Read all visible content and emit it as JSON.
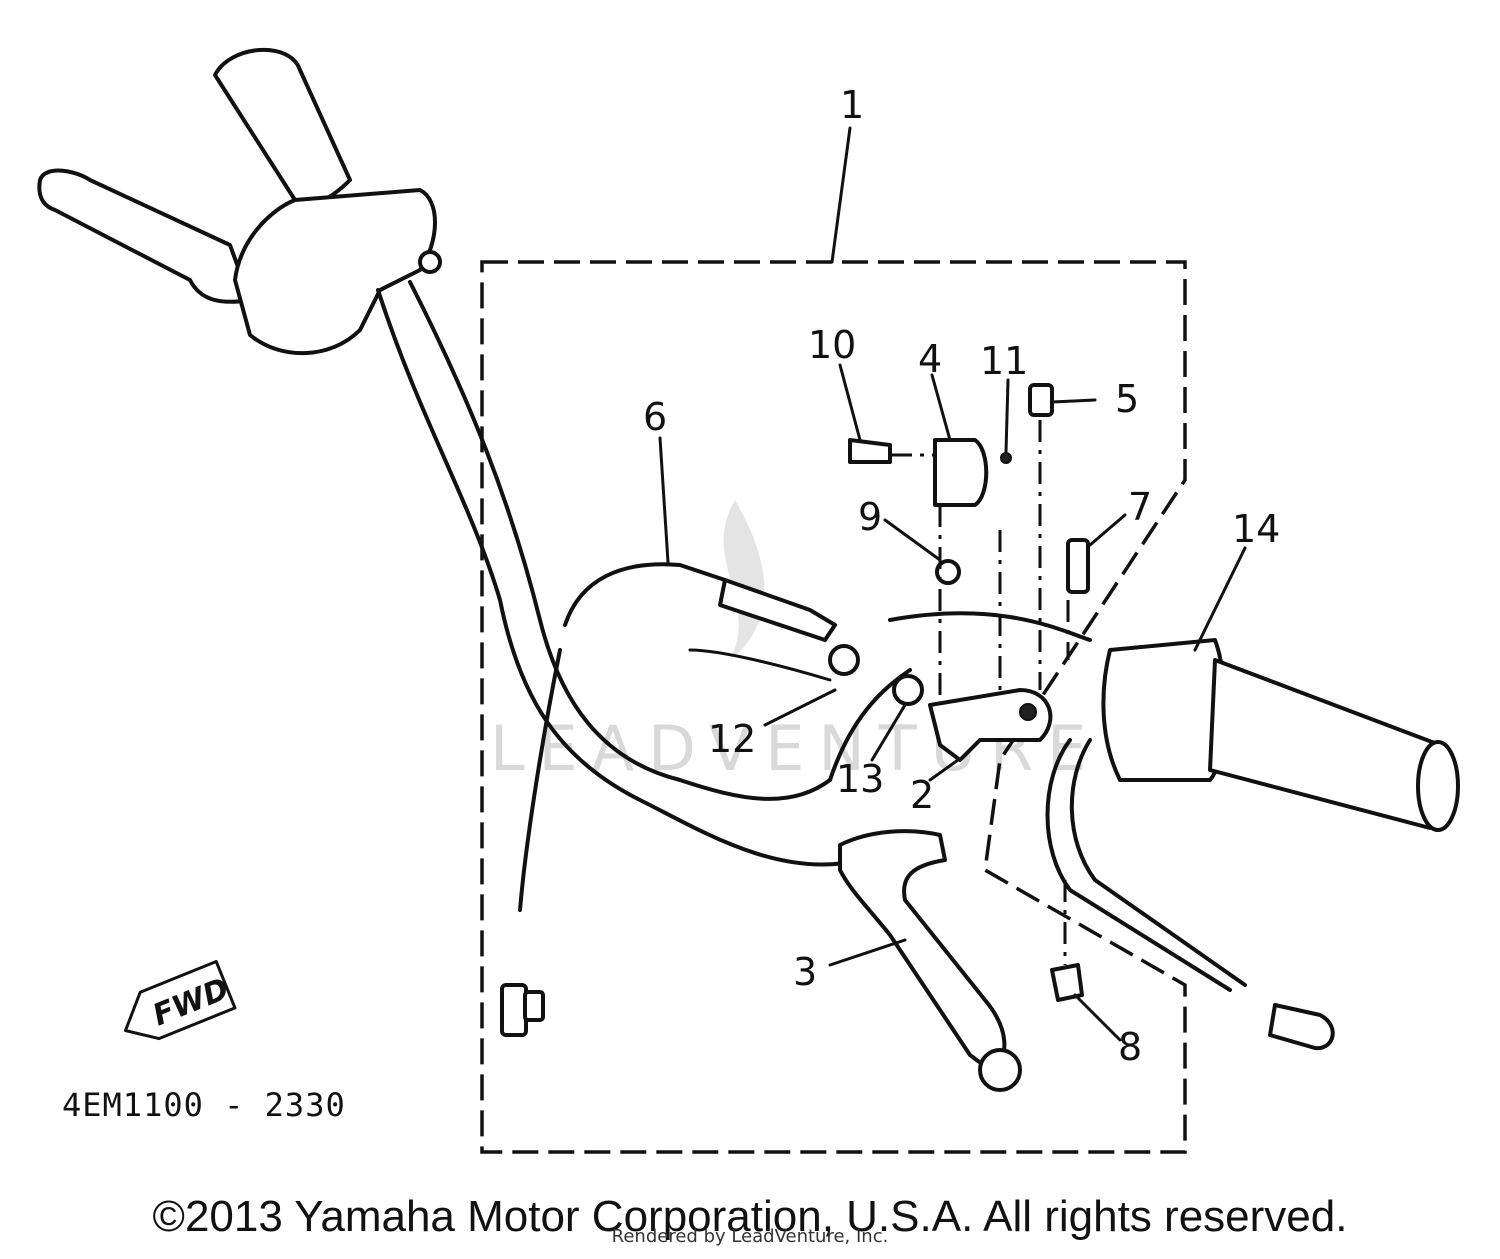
{
  "diagram": {
    "code": "4EM1100 - 2330",
    "fwd": "FWD",
    "watermark": "LEADVENTURE",
    "callouts": [
      "1",
      "2",
      "3",
      "4",
      "5",
      "6",
      "7",
      "8",
      "9",
      "10",
      "11",
      "12",
      "13",
      "14"
    ]
  },
  "footer": {
    "copyright": "©2013 Yamaha Motor Corporation, U.S.A. All rights reserved.",
    "rendered_by": "Rendered by LeadVenture, Inc."
  }
}
